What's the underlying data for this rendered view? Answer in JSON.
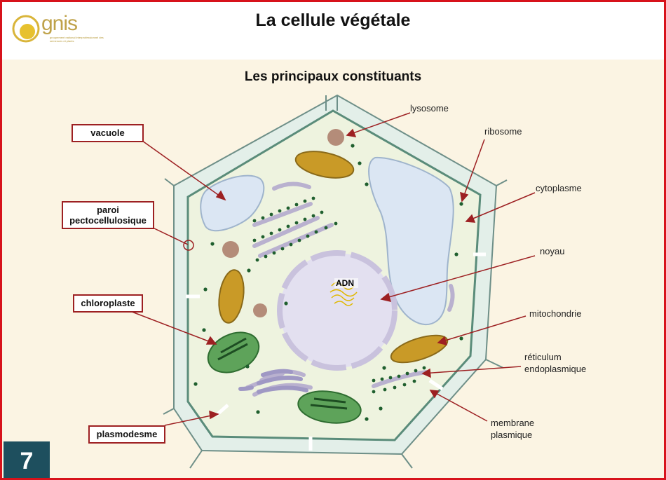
{
  "header": {
    "logo_text": "gnis",
    "logo_subtext": "groupement national interprofessionnel des semences et plants",
    "title": "La cellule végétale"
  },
  "subtitle": "Les principaux constituants",
  "labels_boxed": {
    "vacuole": "vacuole",
    "paroi": "paroi pectocellulosique",
    "chloroplaste": "chloroplaste",
    "plasmodesme": "plasmodesme"
  },
  "labels": {
    "lysosome": "lysosome",
    "ribosome": "ribosome",
    "cytoplasme": "cytoplasme",
    "noyau": "noyau",
    "mitochondrie": "mitochondrie",
    "reticulum_1": "réticulum",
    "reticulum_2": "endoplasmique",
    "membrane_1": "membrane",
    "membrane_2": "plasmique",
    "adn": "ADN"
  },
  "page_number": "7",
  "colors": {
    "frame": "#d7121b",
    "label_border": "#9d2022",
    "leader_line": "#9d2022",
    "cell_wall": "#d9ece6",
    "cytoplasm": "#eef3df",
    "vacuole": "#dbe6f3",
    "nucleus": "#e3e0f0",
    "mitochondria": "#c99a27",
    "chloroplast": "#5ea35a",
    "ribosome": "#1f5f2e",
    "page_badge": "#1e4f5e"
  }
}
